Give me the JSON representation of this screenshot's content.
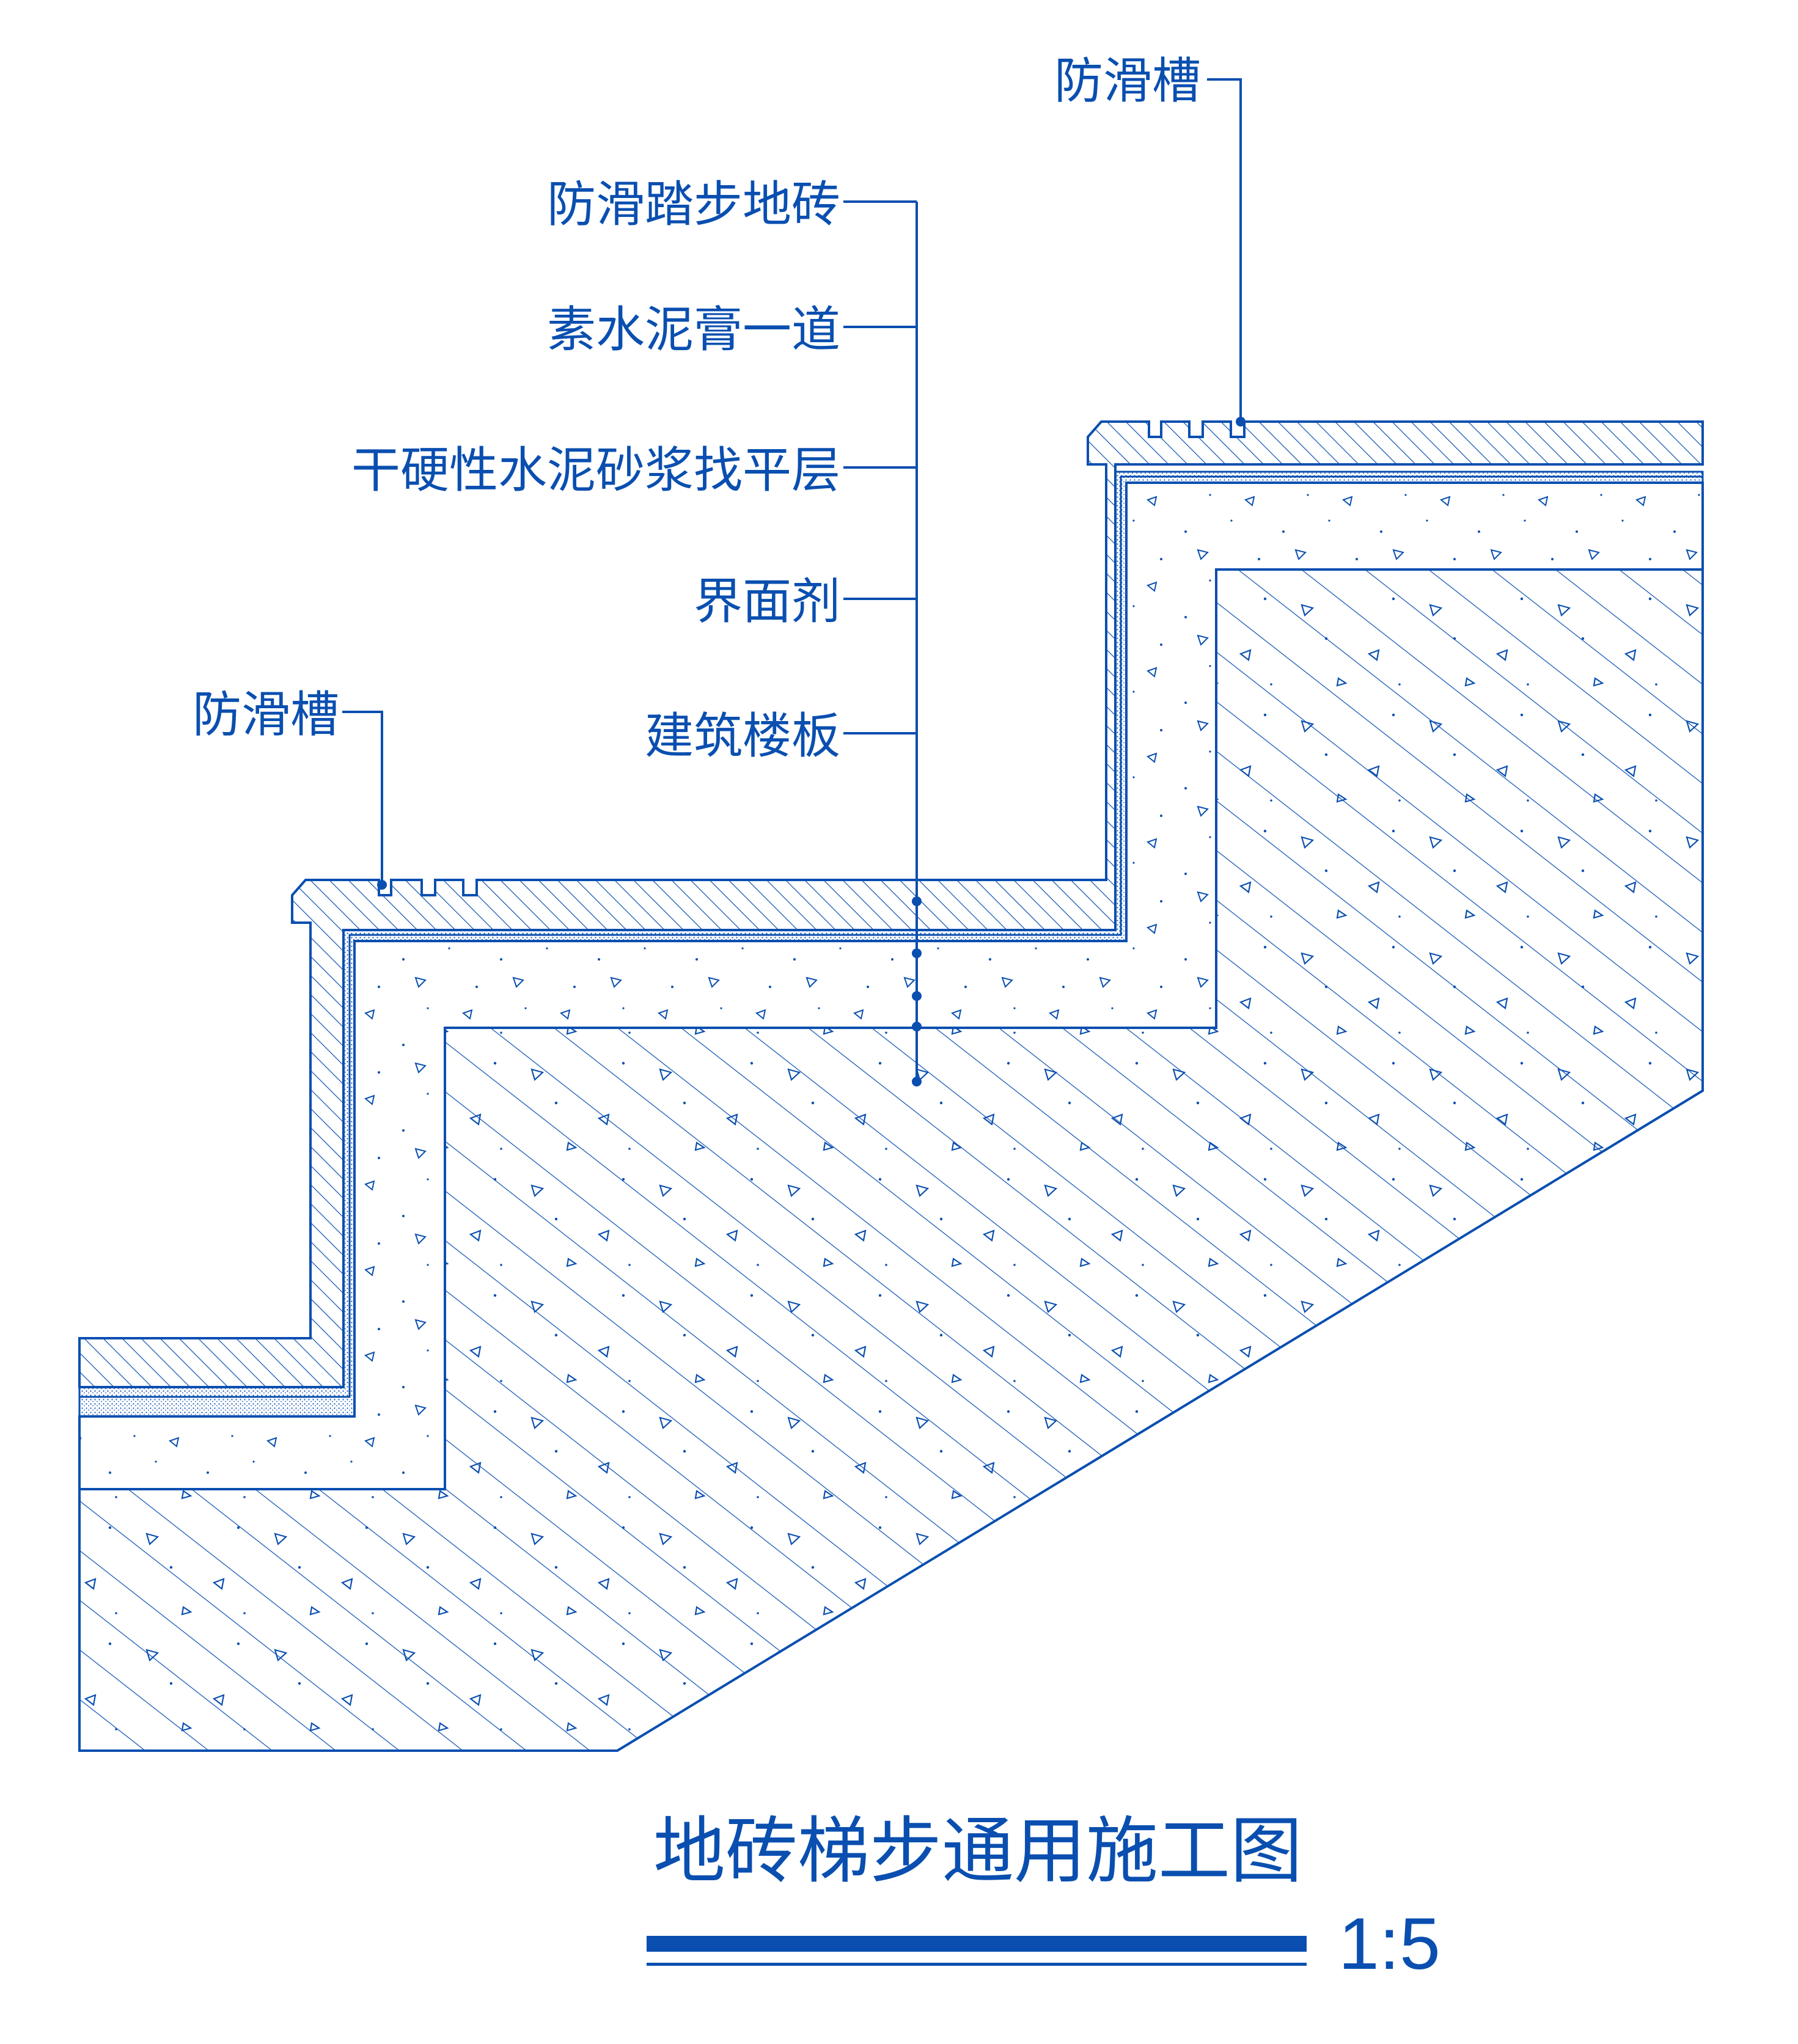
{
  "drawing": {
    "line_color": "#0a4fb0",
    "background": "#ffffff",
    "labels": {
      "anti_slip_groove_upper": "防滑槽",
      "anti_slip_groove_lower": "防滑槽",
      "layers": [
        "防滑踏步地砖",
        "素水泥膏一道",
        "干硬性水泥砂浆找平层",
        "界面剂",
        "建筑楼板"
      ]
    },
    "title": "地砖梯步通用施工图",
    "scale": "1:5"
  }
}
